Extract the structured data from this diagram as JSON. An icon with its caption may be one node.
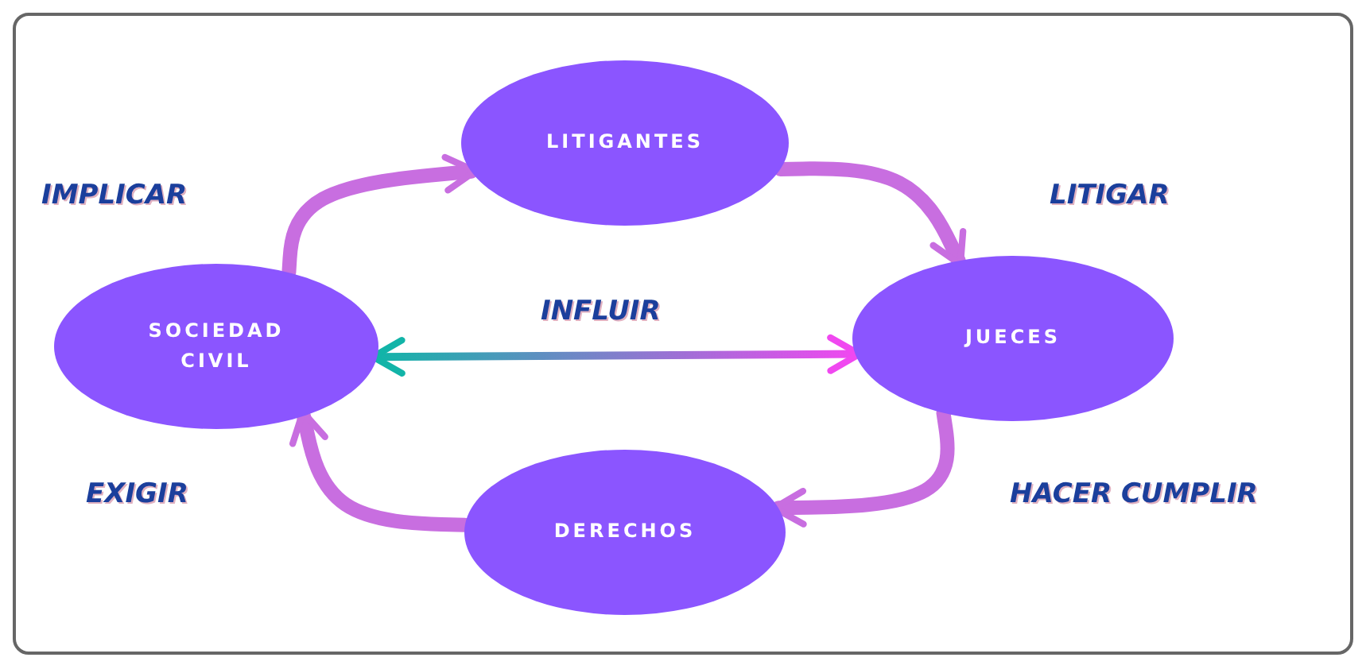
{
  "diagram": {
    "nodes": [
      {
        "text": [
          "LITIGANTES"
        ]
      },
      {
        "text": [
          "JUECES"
        ]
      },
      {
        "text": [
          "DERECHOS"
        ]
      },
      {
        "text": [
          "SOCIEDAD CIVIL"
        ]
      }
    ],
    "edges": [
      {
        "from": 3,
        "to": 0,
        "arrow": "to",
        "label": "IMPLICAR"
      },
      {
        "from": 0,
        "to": 1,
        "arrow": "to",
        "label": "LITIGAR"
      },
      {
        "from": 1,
        "to": 2,
        "arrow": "to",
        "label": "HACER CUMPLIR"
      },
      {
        "from": 2,
        "to": 3,
        "arrow": "to",
        "label": "EXIGIR"
      },
      {
        "from": 3,
        "to": 1,
        "arrow": "both",
        "label": "INFLUIR",
        "color": "#f048f0"
      }
    ]
  }
}
